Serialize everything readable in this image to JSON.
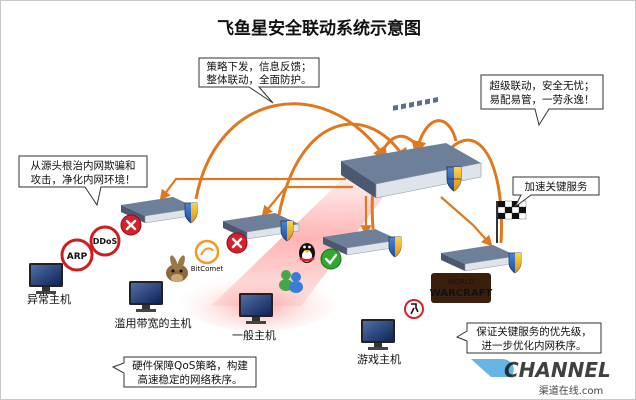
{
  "title": "飞鱼星安全联动系统示意图",
  "callouts": {
    "strategy": [
      "策略下发，信息反馈；",
      "整体联动，全面防护。"
    ],
    "super": [
      "超级联动，安全无忧；",
      "易配易管，一劳永逸！"
    ],
    "source": [
      "从源头根治内网欺骗和",
      "攻击，净化内网环境！"
    ],
    "accelerate": [
      "加速关键服务"
    ],
    "hardware": [
      "硬件保障QoS策略，构建",
      "高速稳定的网络秩序。"
    ],
    "guarantee": [
      "保证关键服务的优先级，",
      "进一步优化内网秩序。"
    ]
  },
  "hosts": {
    "abnormal": "异常主机",
    "abuse": "滥用带宽的主机",
    "normal": "一般主机",
    "game": "游戏主机"
  },
  "threats": {
    "arp": "ARP",
    "ddos": "DDoS",
    "bitcomet": "BitComet"
  },
  "game_logo": [
    "WORLD",
    "WARCRAFT"
  ],
  "watermark": {
    "brand": "CHANNEL",
    "sub": "渠道在线.com"
  },
  "colors": {
    "arrow": "#e07820",
    "switch_top": "#6e7f9a",
    "switch_front": "#dfe4ea",
    "callout_border": "#333333",
    "bad": "#d8202a",
    "ok": "#2fa82f",
    "threat_red": "#cc1f1f"
  }
}
